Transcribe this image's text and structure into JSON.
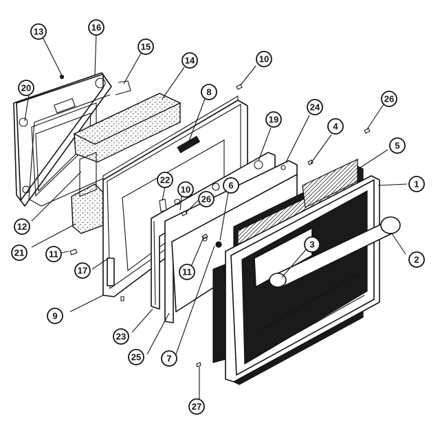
{
  "callouts": [
    {
      "label": "13"
    },
    {
      "label": "16"
    },
    {
      "label": "15"
    },
    {
      "label": "14"
    },
    {
      "label": "10"
    },
    {
      "label": "20"
    },
    {
      "label": "8"
    },
    {
      "label": "24"
    },
    {
      "label": "26"
    },
    {
      "label": "19"
    },
    {
      "label": "4"
    },
    {
      "label": "5"
    },
    {
      "label": "22"
    },
    {
      "label": "10"
    },
    {
      "label": "6"
    },
    {
      "label": "1"
    },
    {
      "label": "12"
    },
    {
      "label": "26"
    },
    {
      "label": "21"
    },
    {
      "label": "3"
    },
    {
      "label": "11"
    },
    {
      "label": "11"
    },
    {
      "label": "2"
    },
    {
      "label": "17"
    },
    {
      "label": "9"
    },
    {
      "label": "23"
    },
    {
      "label": "25"
    },
    {
      "label": "7"
    },
    {
      "label": "27"
    }
  ]
}
